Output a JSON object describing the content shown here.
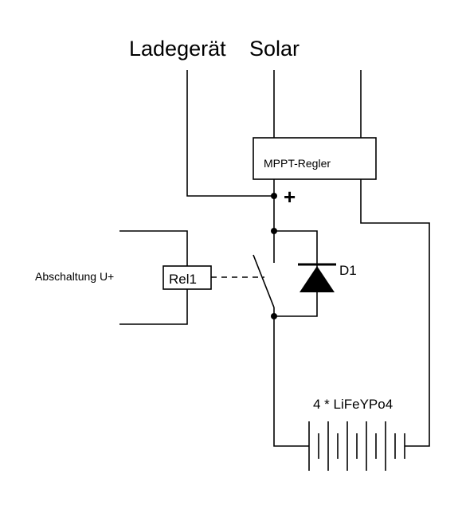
{
  "labels": {
    "charger": "Ladegerät",
    "solar": "Solar",
    "mppt": "MPPT-Regler",
    "plus": "+",
    "disconnect": "Abschaltung U+",
    "relay": "Rel1",
    "diode": "D1",
    "battery": "4 * LiFeYPo4"
  }
}
